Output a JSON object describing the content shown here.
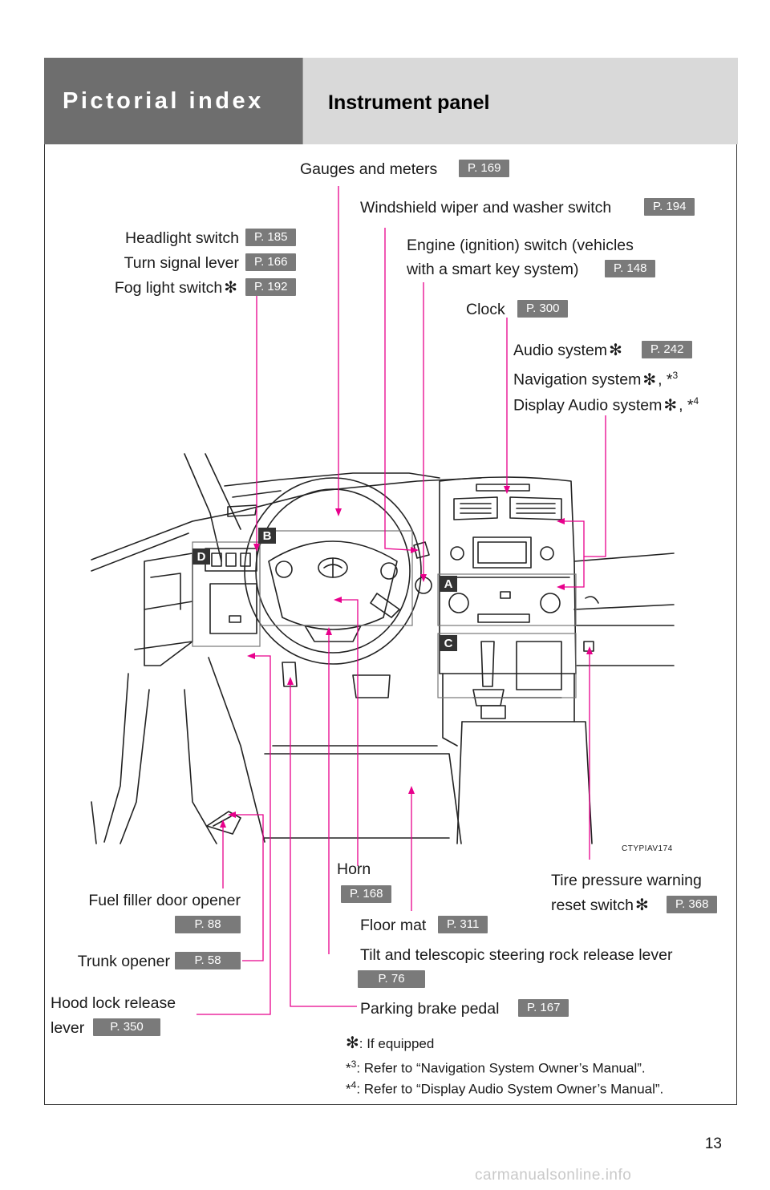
{
  "header": {
    "title": "Pictorial index",
    "subtitle": "Instrument panel"
  },
  "labels": {
    "gauges": "Gauges and meters",
    "gauges_page": "P. 169",
    "wiper": "Windshield wiper and washer switch",
    "wiper_page": "P. 194",
    "headlight": "Headlight switch",
    "headlight_page": "P. 185",
    "turn": "Turn signal lever",
    "turn_page": "P. 166",
    "fog": "Fog light switch",
    "fog_page": "P. 192",
    "engine_line1": "Engine (ignition) switch (vehicles",
    "engine_line2": "with a smart key system)",
    "engine_page": "P. 148",
    "clock": "Clock",
    "clock_page": "P. 300",
    "audio": "Audio system",
    "audio_page": "P. 242",
    "nav": "Navigation system",
    "nav_sup": "3",
    "display_audio": "Display Audio system",
    "display_audio_sup": "4",
    "horn": "Horn",
    "horn_page": "P. 168",
    "tire_line1": "Tire pressure warning",
    "tire_line2": "reset switch",
    "tire_page": "P. 368",
    "fuel": "Fuel filler door opener",
    "fuel_page": "P. 88",
    "floor": "Floor mat",
    "floor_page": "P. 311",
    "trunk": "Trunk opener",
    "trunk_page": "P. 58",
    "tilt": "Tilt and telescopic steering rock release lever",
    "tilt_page": "P. 76",
    "hood_line1": "Hood lock release",
    "hood_line2": "lever",
    "hood_page": "P. 350",
    "parking": "Parking brake pedal",
    "parking_page": "P. 167"
  },
  "illustration": {
    "code": "CTYPIAV174",
    "areas": [
      "A",
      "B",
      "C",
      "D"
    ]
  },
  "footnotes": {
    "equipped": ": If equipped",
    "nav_note_mark": "3",
    "nav_note": ": Refer to “Navigation System Owner’s Manual”.",
    "display_note_mark": "4",
    "display_note": ": Refer to “Display Audio System Owner’s Manual”."
  },
  "page_number": "13",
  "watermark": "carmanualsonline.info",
  "colors": {
    "leader": "#e8008c",
    "badge": "#7a7a7a",
    "header_dark": "#6e6e6e",
    "header_light": "#d9d9d9"
  }
}
